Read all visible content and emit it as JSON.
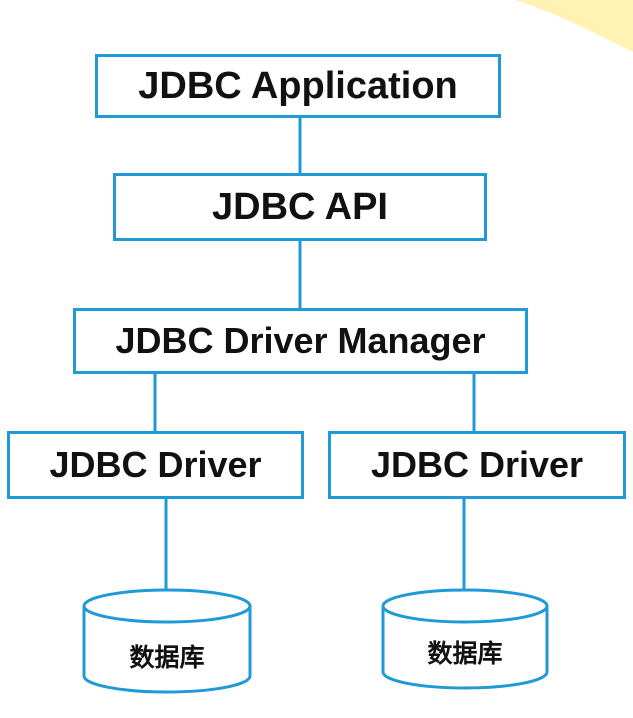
{
  "diagram": {
    "nodes": {
      "application": {
        "label": "JDBC Application"
      },
      "api": {
        "label": "JDBC API"
      },
      "manager": {
        "label": "JDBC Driver Manager"
      },
      "driver_left": {
        "label": "JDBC Driver"
      },
      "driver_right": {
        "label": "JDBC Driver"
      },
      "db_left": {
        "label": "数据库"
      },
      "db_right": {
        "label": "数据库"
      }
    },
    "edges": [
      {
        "from": "application",
        "to": "api"
      },
      {
        "from": "api",
        "to": "manager"
      },
      {
        "from": "manager",
        "to": "driver_left"
      },
      {
        "from": "manager",
        "to": "driver_right"
      },
      {
        "from": "driver_left",
        "to": "db_left"
      },
      {
        "from": "driver_right",
        "to": "db_right"
      }
    ],
    "colors": {
      "border": "#1f9ad6",
      "text": "#111111",
      "corner_accent": "#fff2b3"
    }
  }
}
